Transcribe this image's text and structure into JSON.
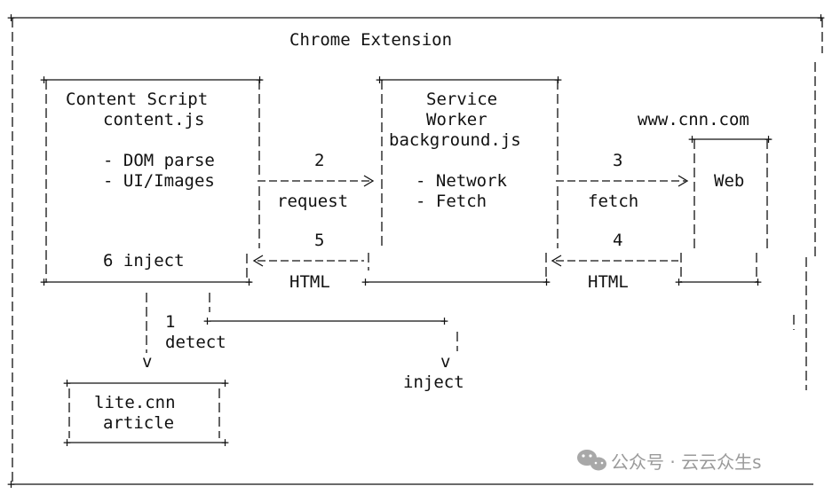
{
  "diagram": {
    "title": "Chrome Extension",
    "content_script": {
      "line1": "Content Script",
      "line2": "content.js",
      "bullet1": "- DOM parse",
      "bullet2": "- UI/Images"
    },
    "service_worker": {
      "line1": "Service",
      "line2": "Worker",
      "line3": "background.js",
      "bullet1": "- Network",
      "bullet2": "- Fetch"
    },
    "web": {
      "host": "www.cnn.com",
      "label": "Web"
    },
    "lite": {
      "line1": "lite.cnn",
      "line2": "article"
    },
    "steps": {
      "s1_num": "1",
      "s1_label": "detect",
      "s2_num": "2",
      "s2_label": "request",
      "s3_num": "3",
      "s3_label": "fetch",
      "s4_num": "4",
      "s4_label": "HTML",
      "s5_num": "5",
      "s5_label": "HTML",
      "s6_label": "6 inject",
      "inject_label": "inject",
      "v": "v"
    }
  },
  "watermark": {
    "text": "公众号 · 云云众生s"
  }
}
